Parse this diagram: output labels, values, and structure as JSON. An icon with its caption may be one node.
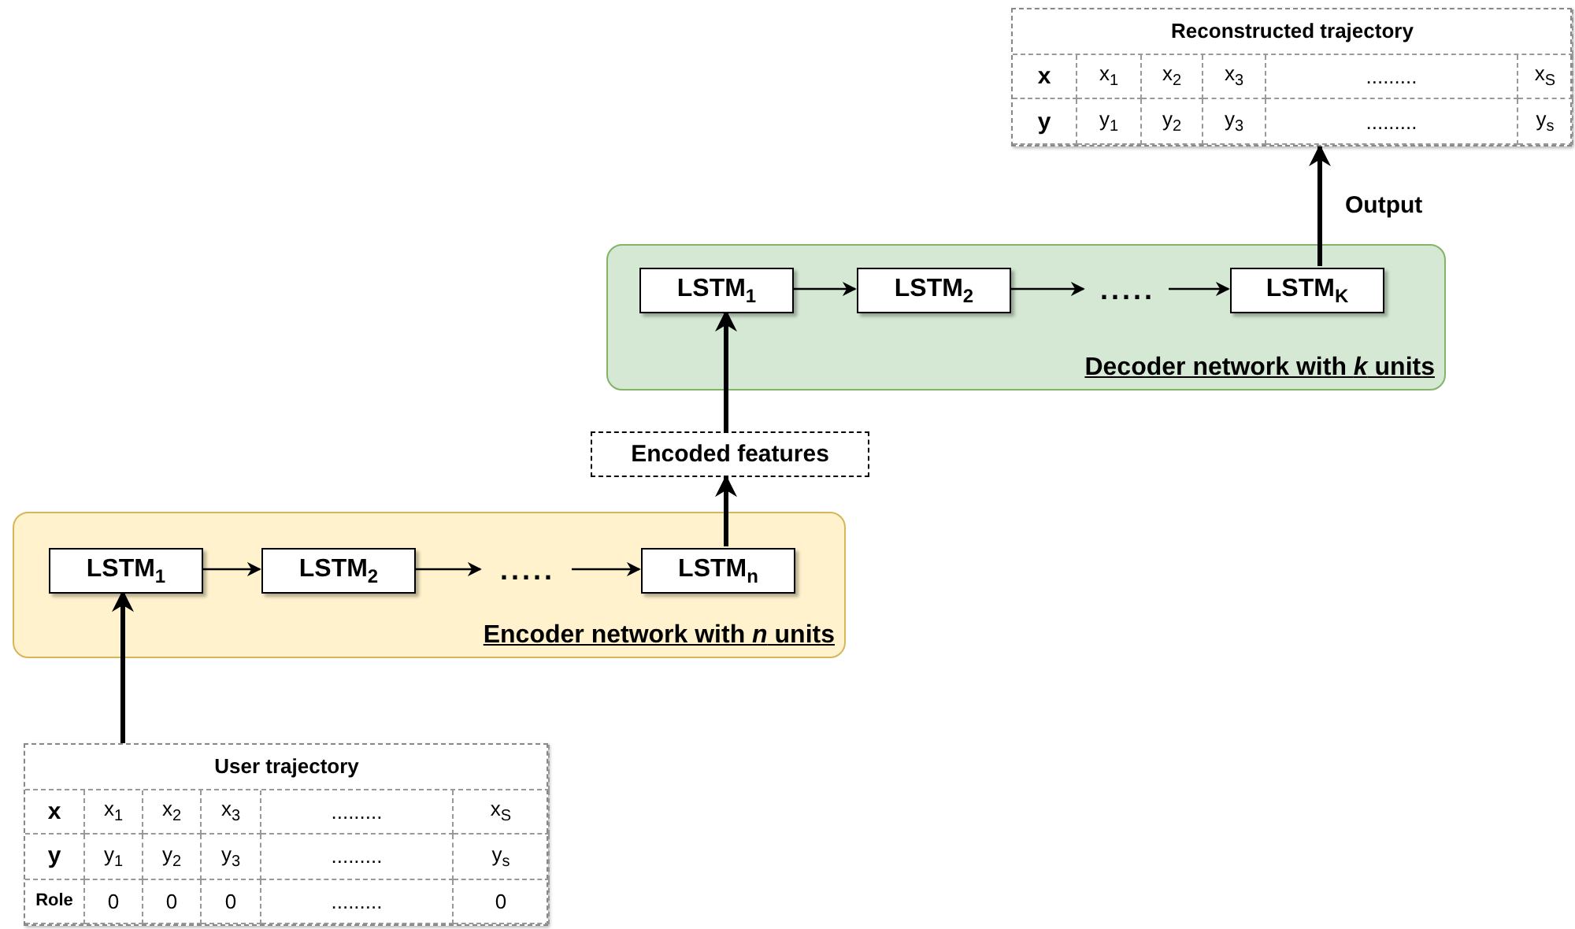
{
  "diagram": {
    "nodes": [
      {
        "text": [
          "Reconstructed trajectory",
          "x",
          "x$_{1}$",
          "x$_{2}$",
          "x$_{3}$",
          ".........",
          "x$_{S}$",
          "y",
          "y$_{1}$",
          "y$_{2}$",
          "y$_{3}$",
          ".........",
          "y$_{s}$"
        ]
      },
      {
        "text": [
          "Decoder network with *k* units"
        ]
      },
      {
        "text": [
          "LSTM$_{1}$"
        ],
        "in": 1
      },
      {
        "text": [
          "LSTM$_{2}$"
        ],
        "in": 1
      },
      {
        "text": [
          "....."
        ],
        "in": 1
      },
      {
        "text": [
          "LSTM$_{K}$"
        ],
        "in": 1
      },
      {
        "text": [
          "Encoded features"
        ]
      },
      {
        "text": [
          "Encoder network with *n* units"
        ]
      },
      {
        "text": [
          "LSTM$_{1}$"
        ],
        "in": 7
      },
      {
        "text": [
          "LSTM$_{2}$"
        ],
        "in": 7
      },
      {
        "text": [
          "....."
        ],
        "in": 7
      },
      {
        "text": [
          "LSTM$_{n}$"
        ],
        "in": 7
      },
      {
        "text": [
          "User trajectory",
          "x",
          "x$_{1}$",
          "x$_{2}$",
          "x$_{3}$",
          ".........",
          "x$_{S}$",
          "y",
          "y$_{1}$",
          "y$_{2}$",
          "y$_{3}$",
          ".........",
          "y$_{s}$",
          "Role",
          "0",
          "0",
          "0",
          ".........",
          "0"
        ]
      }
    ],
    "edges": [
      {
        "from": 12,
        "to": 8,
        "arrow": "to",
        "style": "thick"
      },
      {
        "from": 8,
        "to": 9,
        "arrow": "to"
      },
      {
        "from": 9,
        "to": 10,
        "arrow": "to"
      },
      {
        "from": 10,
        "to": 11,
        "arrow": "to"
      },
      {
        "from": 11,
        "to": 6,
        "arrow": "to",
        "style": "thick"
      },
      {
        "from": 6,
        "to": 2,
        "arrow": "to",
        "style": "thick"
      },
      {
        "from": 2,
        "to": 3,
        "arrow": "to"
      },
      {
        "from": 3,
        "to": 4,
        "arrow": "to"
      },
      {
        "from": 4,
        "to": 5,
        "arrow": "to"
      },
      {
        "from": 5,
        "to": 0,
        "arrow": "to",
        "style": "thick",
        "label": "Output"
      }
    ]
  }
}
